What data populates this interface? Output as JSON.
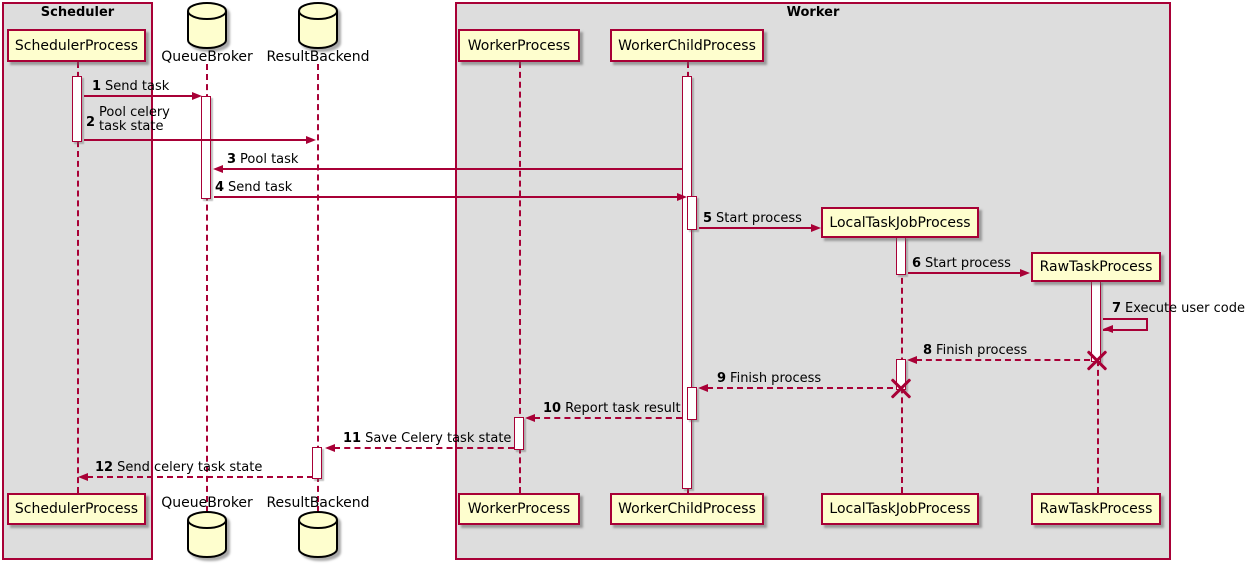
{
  "diagram": {
    "type": "sequence",
    "frames": [
      {
        "title": "Scheduler"
      },
      {
        "title": "Worker"
      }
    ],
    "participants": [
      {
        "label": "SchedulerProcess",
        "type": "participant",
        "frame": "Scheduler"
      },
      {
        "label": "QueueBroker",
        "type": "database",
        "frame": null
      },
      {
        "label": "ResultBackend",
        "type": "database",
        "frame": null
      },
      {
        "label": "WorkerProcess",
        "type": "participant",
        "frame": "Worker"
      },
      {
        "label": "WorkerChildProcess",
        "type": "participant",
        "frame": "Worker"
      },
      {
        "label": "LocalTaskJobProcess",
        "type": "participant",
        "frame": "Worker"
      },
      {
        "label": "RawTaskProcess",
        "type": "participant",
        "frame": "Worker"
      }
    ],
    "messages": [
      {
        "num": "1",
        "text": "Send task",
        "from": "SchedulerProcess",
        "to": "QueueBroker",
        "style": "solid"
      },
      {
        "num": "2",
        "text": "Pool celery\ntask state",
        "from": "SchedulerProcess",
        "to": "ResultBackend",
        "style": "solid"
      },
      {
        "num": "3",
        "text": "Pool task",
        "from": "WorkerChildProcess",
        "to": "QueueBroker",
        "style": "solid"
      },
      {
        "num": "4",
        "text": "Send task",
        "from": "QueueBroker",
        "to": "WorkerChildProcess",
        "style": "solid"
      },
      {
        "num": "5",
        "text": "Start process",
        "from": "WorkerChildProcess",
        "to": "LocalTaskJobProcess",
        "style": "solid"
      },
      {
        "num": "6",
        "text": "Start process",
        "from": "LocalTaskJobProcess",
        "to": "RawTaskProcess",
        "style": "solid"
      },
      {
        "num": "7",
        "text": "Execute user code",
        "from": "RawTaskProcess",
        "to": "RawTaskProcess",
        "style": "self"
      },
      {
        "num": "8",
        "text": "Finish process",
        "from": "RawTaskProcess",
        "to": "LocalTaskJobProcess",
        "style": "dashed"
      },
      {
        "num": "9",
        "text": "Finish process",
        "from": "LocalTaskJobProcess",
        "to": "WorkerChildProcess",
        "style": "dashed"
      },
      {
        "num": "10",
        "text": "Report task result",
        "from": "WorkerChildProcess",
        "to": "WorkerProcess",
        "style": "dashed"
      },
      {
        "num": "11",
        "text": "Save Celery task state",
        "from": "WorkerProcess",
        "to": "ResultBackend",
        "style": "dashed"
      },
      {
        "num": "12",
        "text": "Send celery task state",
        "from": "ResultBackend",
        "to": "SchedulerProcess",
        "style": "dashed"
      }
    ],
    "colors": {
      "participant_fill": "#FEFECE",
      "line": "#A80036",
      "frame_fill": "#DDDDDD",
      "activation_fill": "#FFFFFF",
      "text": "#000000"
    }
  }
}
